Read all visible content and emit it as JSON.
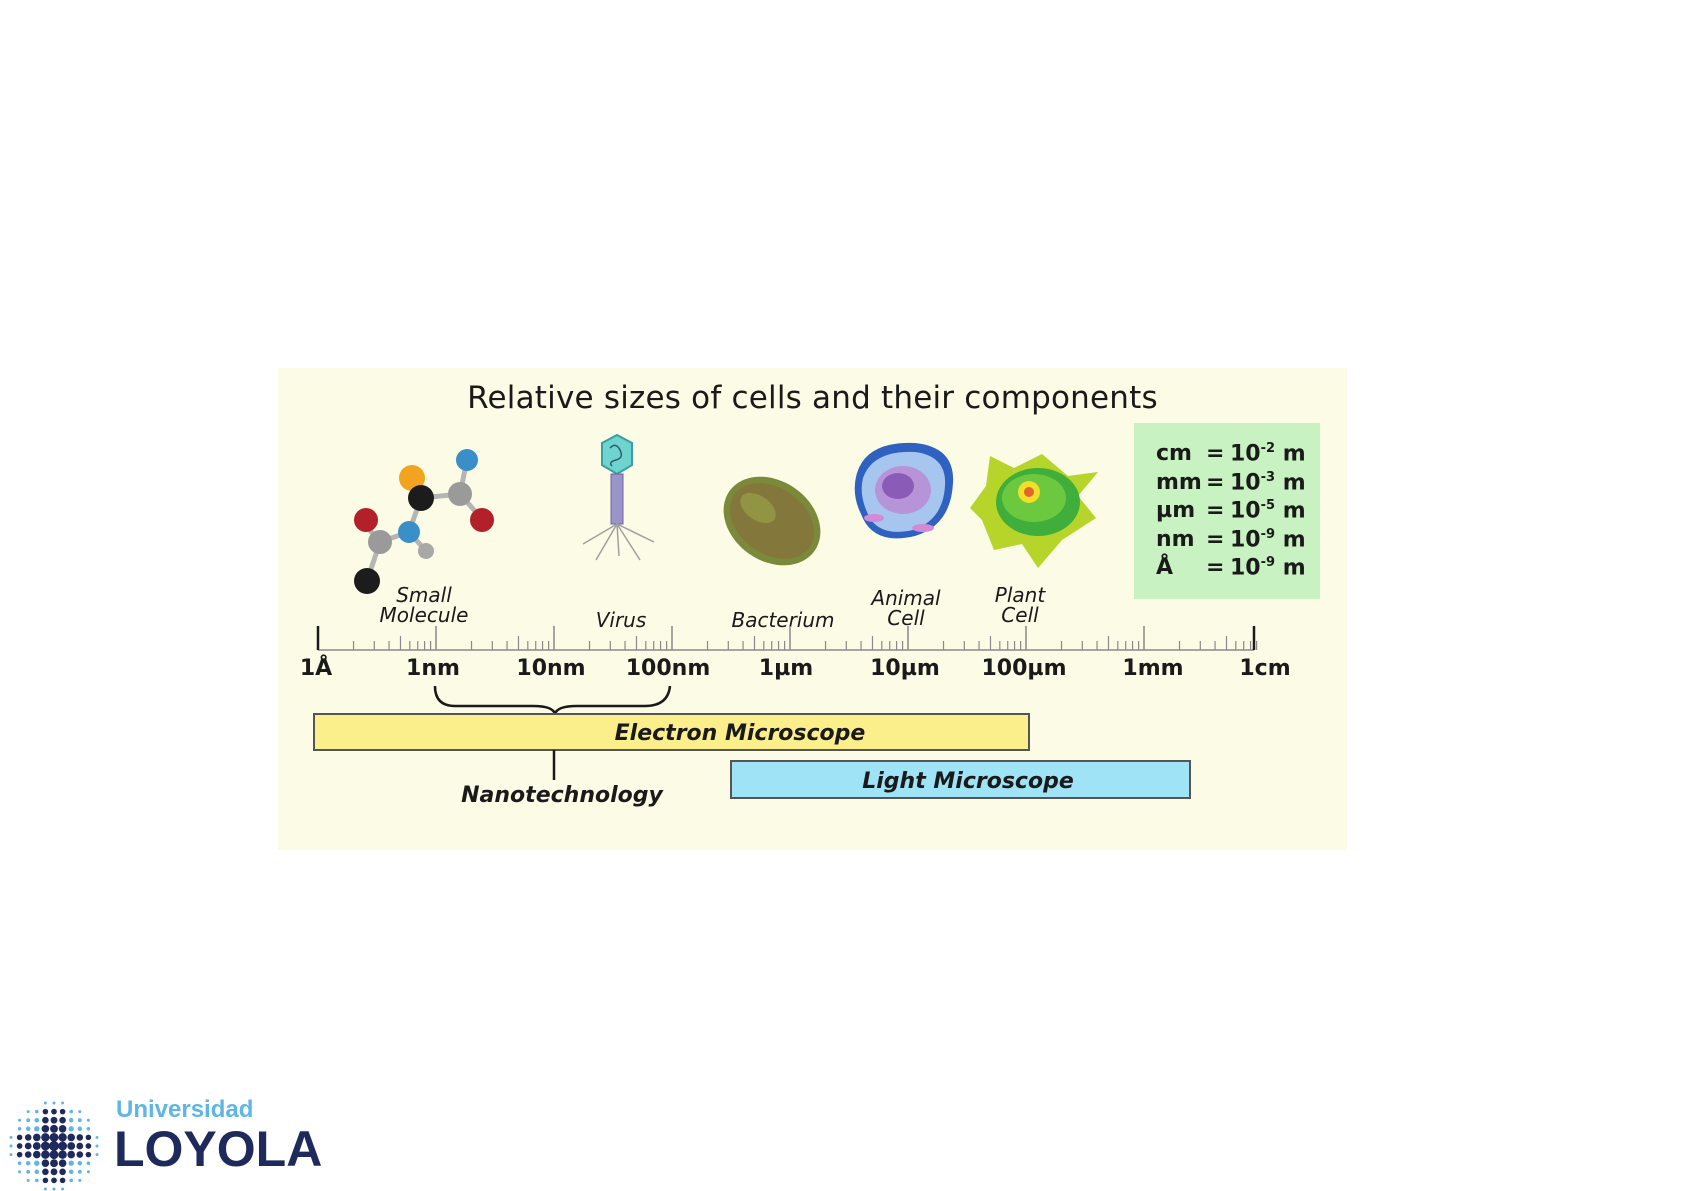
{
  "figure": {
    "title": "Relative sizes of cells and their components",
    "organisms": [
      {
        "name": "small-molecule",
        "label_lines": [
          "Small",
          "Molecule"
        ]
      },
      {
        "name": "virus",
        "label_lines": [
          "Virus"
        ]
      },
      {
        "name": "bacterium",
        "label_lines": [
          "Bacterium"
        ]
      },
      {
        "name": "animal-cell",
        "label_lines": [
          "Animal",
          "Cell"
        ]
      },
      {
        "name": "plant-cell",
        "label_lines": [
          "Plant",
          "Cell"
        ]
      }
    ],
    "scale_labels": [
      "1Å",
      "1nm",
      "10nm",
      "100nm",
      "1µm",
      "10µm",
      "100µm",
      "1mm",
      "1cm"
    ],
    "ranges": {
      "electron_microscope": "Electron Microscope",
      "light_microscope": "Light Microscope",
      "nanotechnology": "Nanotechnology"
    },
    "units": [
      {
        "unit": "cm",
        "base": "10",
        "exp": "-2",
        "suffix": "m"
      },
      {
        "unit": "mm",
        "base": "10",
        "exp": "-3",
        "suffix": "m"
      },
      {
        "unit": "µm",
        "base": "10",
        "exp": "-5",
        "suffix": "m"
      },
      {
        "unit": "nm",
        "base": "10",
        "exp": "-9",
        "suffix": "m"
      },
      {
        "unit": "Å",
        "base": "10",
        "exp": "-9",
        "suffix": "m"
      }
    ],
    "colors": {
      "panel": "#fbfbe6",
      "electron_bar": "#fbef8c",
      "light_bar": "#9fe3f6",
      "units_box": "#c9f2c2"
    }
  },
  "logo": {
    "line1": "Universidad",
    "line2": "LOYOLA"
  }
}
